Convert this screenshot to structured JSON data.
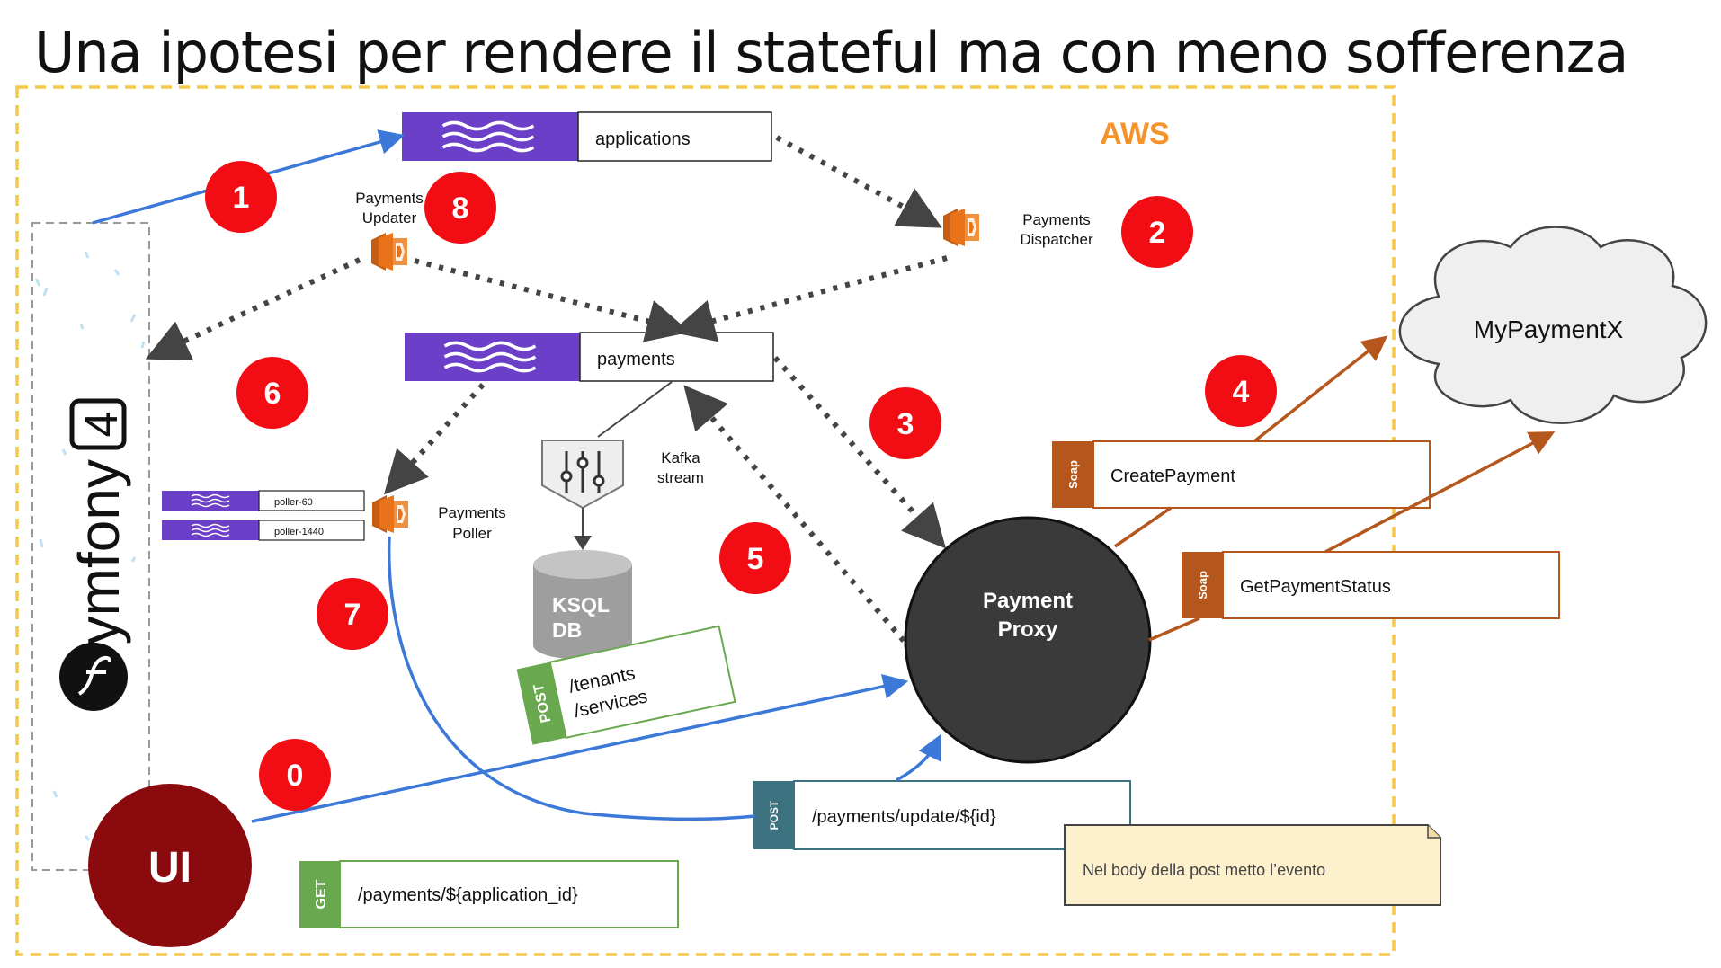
{
  "title": "Una ipotesi per rendere il stateful ma con meno sofferenza",
  "region_label": "AWS",
  "frameworks": {
    "symfony_label": "Symfony",
    "symfony_version": "4"
  },
  "topics": {
    "applications": "applications",
    "payments": "payments",
    "poller_60": "poller-60",
    "poller_1440": "poller-1440"
  },
  "lambdas": {
    "updater": [
      "Payments",
      "Updater"
    ],
    "dispatcher": [
      "Payments",
      "Dispatcher"
    ],
    "poller": [
      "Payments",
      "Poller"
    ]
  },
  "stream": [
    "Kafka",
    "stream"
  ],
  "ksql": [
    "KSQL",
    "DB"
  ],
  "proxy": [
    "Payment",
    "Proxy"
  ],
  "external_service": "MyPaymentX",
  "ui_label": "UI",
  "soap_tag": "Soap",
  "soap_ops": {
    "create": "CreatePayment",
    "status": "GetPaymentStatus"
  },
  "endpoints": {
    "tenants_method": "POST",
    "tenants_path": [
      "/tenants",
      "/services"
    ],
    "update_method": "POST",
    "update_path": "/payments/update/${id}",
    "get_method": "GET",
    "get_path": "/payments/${application_id}"
  },
  "note": "Nel body della post metto l’evento",
  "steps": [
    "0",
    "1",
    "2",
    "3",
    "4",
    "5",
    "6",
    "7",
    "8"
  ],
  "colors": {
    "kinesis": "#6b3fc7",
    "lambda": "#e8731a",
    "step_badge": "#f20d14",
    "ui_circle": "#8b0a0e",
    "proxy_circle": "#3a3a3a",
    "soap": "#b5561d",
    "post_green": "#6aa84f",
    "post_teal": "#3d7380",
    "note_bg": "#fdf0cc",
    "flow_blue": "#3b78d8",
    "aws_orange": "#f6922a",
    "boundary": "#f3c94a"
  }
}
